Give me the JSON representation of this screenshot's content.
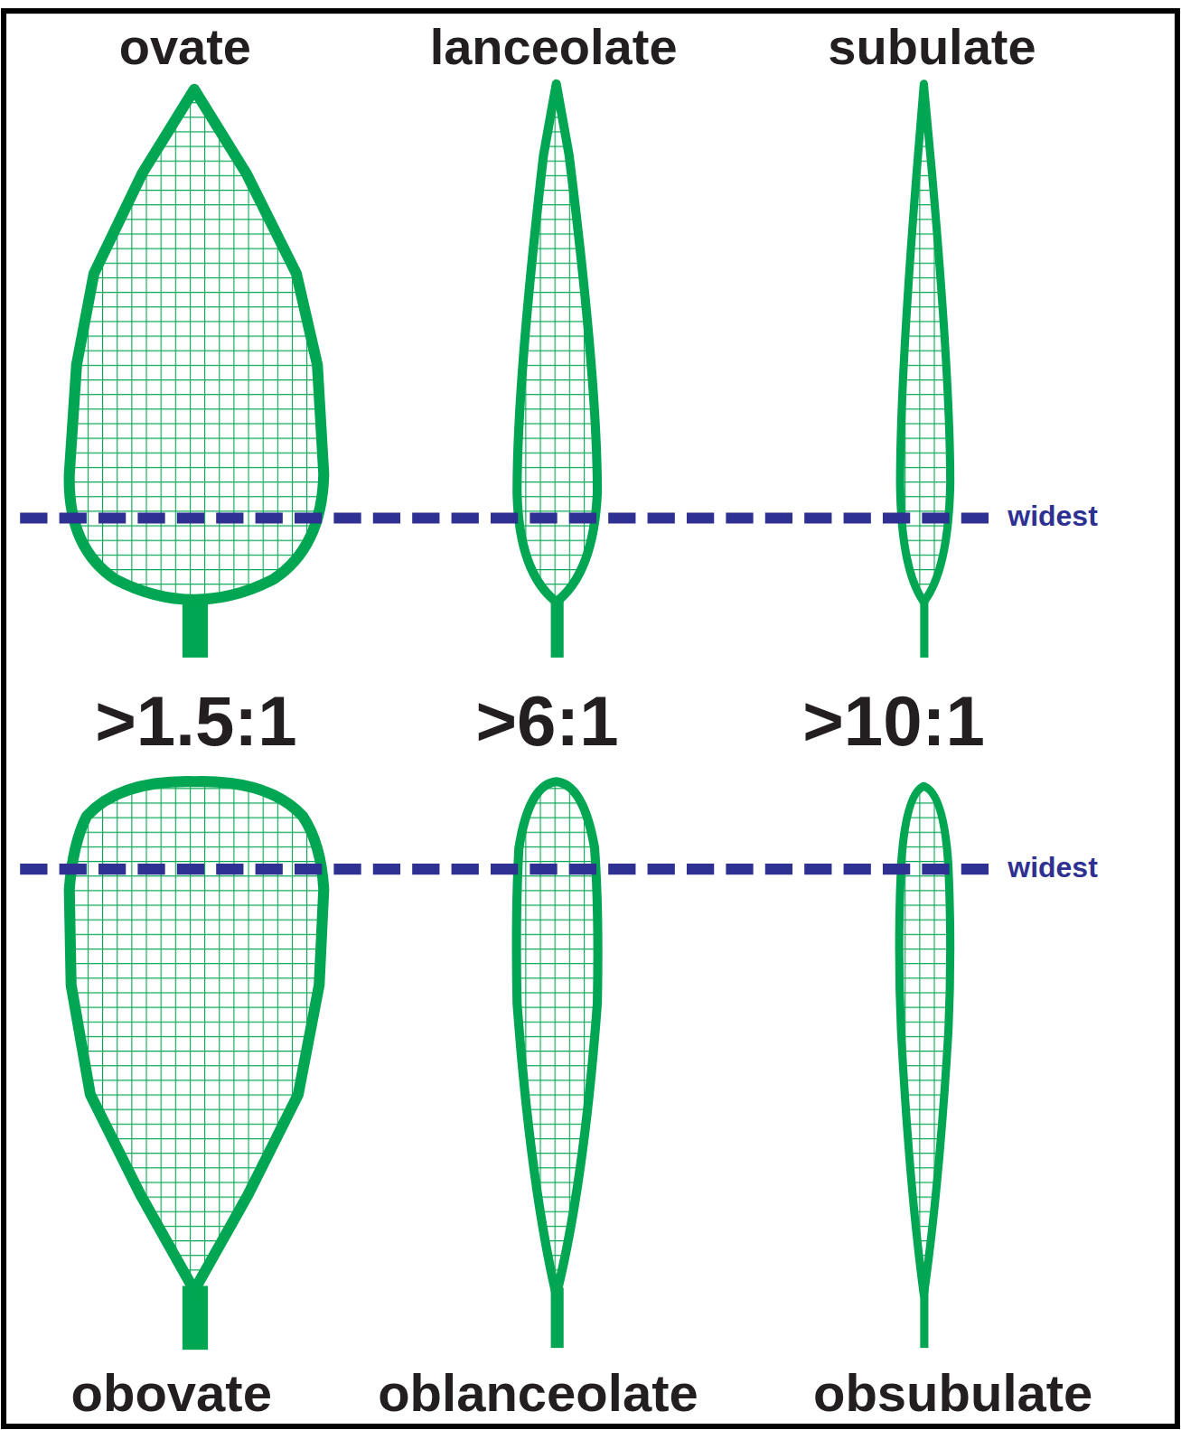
{
  "diagram": {
    "labels": [
      "ovate",
      "lanceolate",
      "subulate",
      "widest",
      ">1.5:1",
      ">6:1",
      ">10:1",
      "widest",
      "obovate",
      "oblanceolate",
      "obsubulate"
    ]
  }
}
